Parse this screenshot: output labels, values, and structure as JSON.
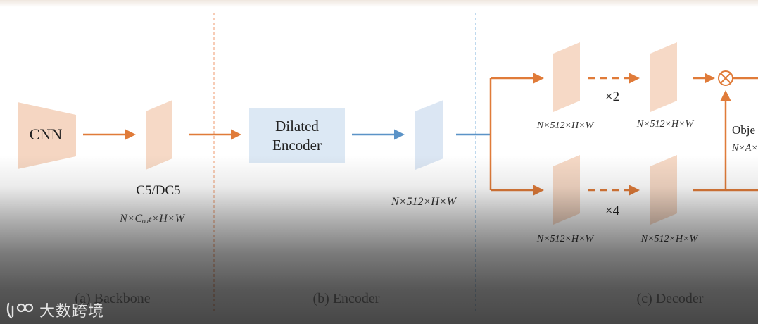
{
  "sections": [
    {
      "caption": "(a) Backbone"
    },
    {
      "caption": "(b) Encoder"
    },
    {
      "caption": "(c) Decoder"
    }
  ],
  "backbone": {
    "cnn_label": "CNN",
    "feature_label": "C5/DC5",
    "shape_label": "N×Cₒᵤₜ×H×W"
  },
  "encoder": {
    "block_label_line1": "Dilated",
    "block_label_line2": "Encoder",
    "shape_label": "N×512×H×W"
  },
  "decoder": {
    "top_repeat": "×2",
    "bottom_repeat": "×4",
    "top_in_shape": "N×512×H×W",
    "top_out_shape": "N×512×H×W",
    "bottom_in_shape": "N×512×H×W",
    "bottom_out_shape": "N×512×H×W",
    "object_label": "Obje",
    "object_shape": "N×A×",
    "multiply_symbol": "⊗"
  },
  "watermark": {
    "text": "大数跨境"
  },
  "colors": {
    "orange": "#e07b39",
    "blue": "#5b93c7",
    "feature_orange": "#f6d9c6",
    "feature_blue": "#dbe6f3",
    "encoder_block": "#dce8f4",
    "cnn_fill": "#f5d6c2",
    "divider_orange": "#ef9a6d",
    "divider_blue": "#7fb3dd",
    "text_dark": "#222222",
    "text_muted": "#555555"
  }
}
